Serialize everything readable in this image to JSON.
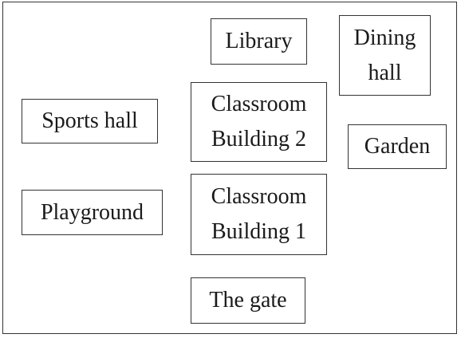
{
  "places": {
    "library": {
      "lines": [
        "Library"
      ]
    },
    "dining_hall": {
      "lines": [
        "Dining",
        "hall"
      ]
    },
    "sports_hall": {
      "lines": [
        "Sports hall"
      ]
    },
    "classroom_building_2": {
      "lines": [
        "Classroom",
        "Building 2"
      ]
    },
    "garden": {
      "lines": [
        "Garden"
      ]
    },
    "playground": {
      "lines": [
        "Playground"
      ]
    },
    "classroom_building_1": {
      "lines": [
        "Classroom",
        "Building 1"
      ]
    },
    "the_gate": {
      "lines": [
        "The gate"
      ]
    }
  }
}
